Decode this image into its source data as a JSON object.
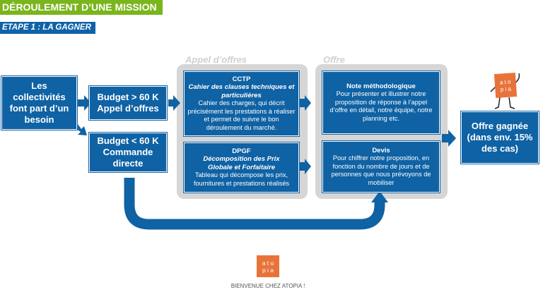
{
  "header": {
    "title": "DÉROULEMENT D’UNE MISSION",
    "subtitle": "ETAPE 1 : LA GAGNER"
  },
  "groups": {
    "appel_label": "Appel d’offres",
    "offre_label": "Offre"
  },
  "boxes": {
    "collectivites": "Les collectivités font part d’un besoin",
    "budget_high_line1": "Budget > 60 K",
    "budget_high_line2": "Appel d’offres",
    "budget_low_line1": "Budget < 60 K",
    "budget_low_line2": "Commande directe",
    "cctp_title": "CCTP",
    "cctp_subtitle": "Cahier des clauses techniques et particulières",
    "cctp_desc": "Cahier des charges, qui décrit précisément les prestations à réaliser et permet de suivre le bon déroulement du marché.",
    "dpgf_title": "DPGF",
    "dpgf_subtitle": "Décomposition des Prix Globale et Forfaitaire",
    "dpgf_desc": "Tableau qui décompose les prix, fournitures et prestations réalisés",
    "note_title": "Note méthodologique",
    "note_desc": "Pour présenter et illustrer notre proposition de réponse à l’appel d’offre en détail, notre équipe, notre planning etc.",
    "devis_title": "Devis",
    "devis_desc": "Pour chiffrer notre proposition, en fonction du nombre de jours et de personnes que nous prévoyons de mobiliser",
    "offre_gagnee": "Offre gagnée (dans env. 15% des cas)"
  },
  "mascot": {
    "text_line1": "a t o",
    "text_line2": "p i a"
  },
  "footer": {
    "logo_line1": "a t o",
    "logo_line2": "p i a",
    "welcome": "BIENVENUE CHEZ ATOPIA !"
  },
  "colors": {
    "blue": "#0f62a4",
    "green": "#7ab51d",
    "grey": "#d6d6d6",
    "orange": "#e8733a"
  }
}
